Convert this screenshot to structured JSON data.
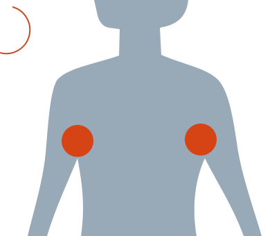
{
  "colors": {
    "background": "#ffffff",
    "silhouette": "#98a9b8",
    "marker_fill": "#d64416",
    "marker_ring": "#c94a23"
  },
  "diagram": {
    "figure": "torso-silhouette",
    "markers": [
      {
        "id": "left-underarm",
        "style": "filled"
      },
      {
        "id": "right-underarm",
        "style": "filled"
      },
      {
        "id": "offscreen-indicator",
        "style": "ring"
      }
    ]
  }
}
